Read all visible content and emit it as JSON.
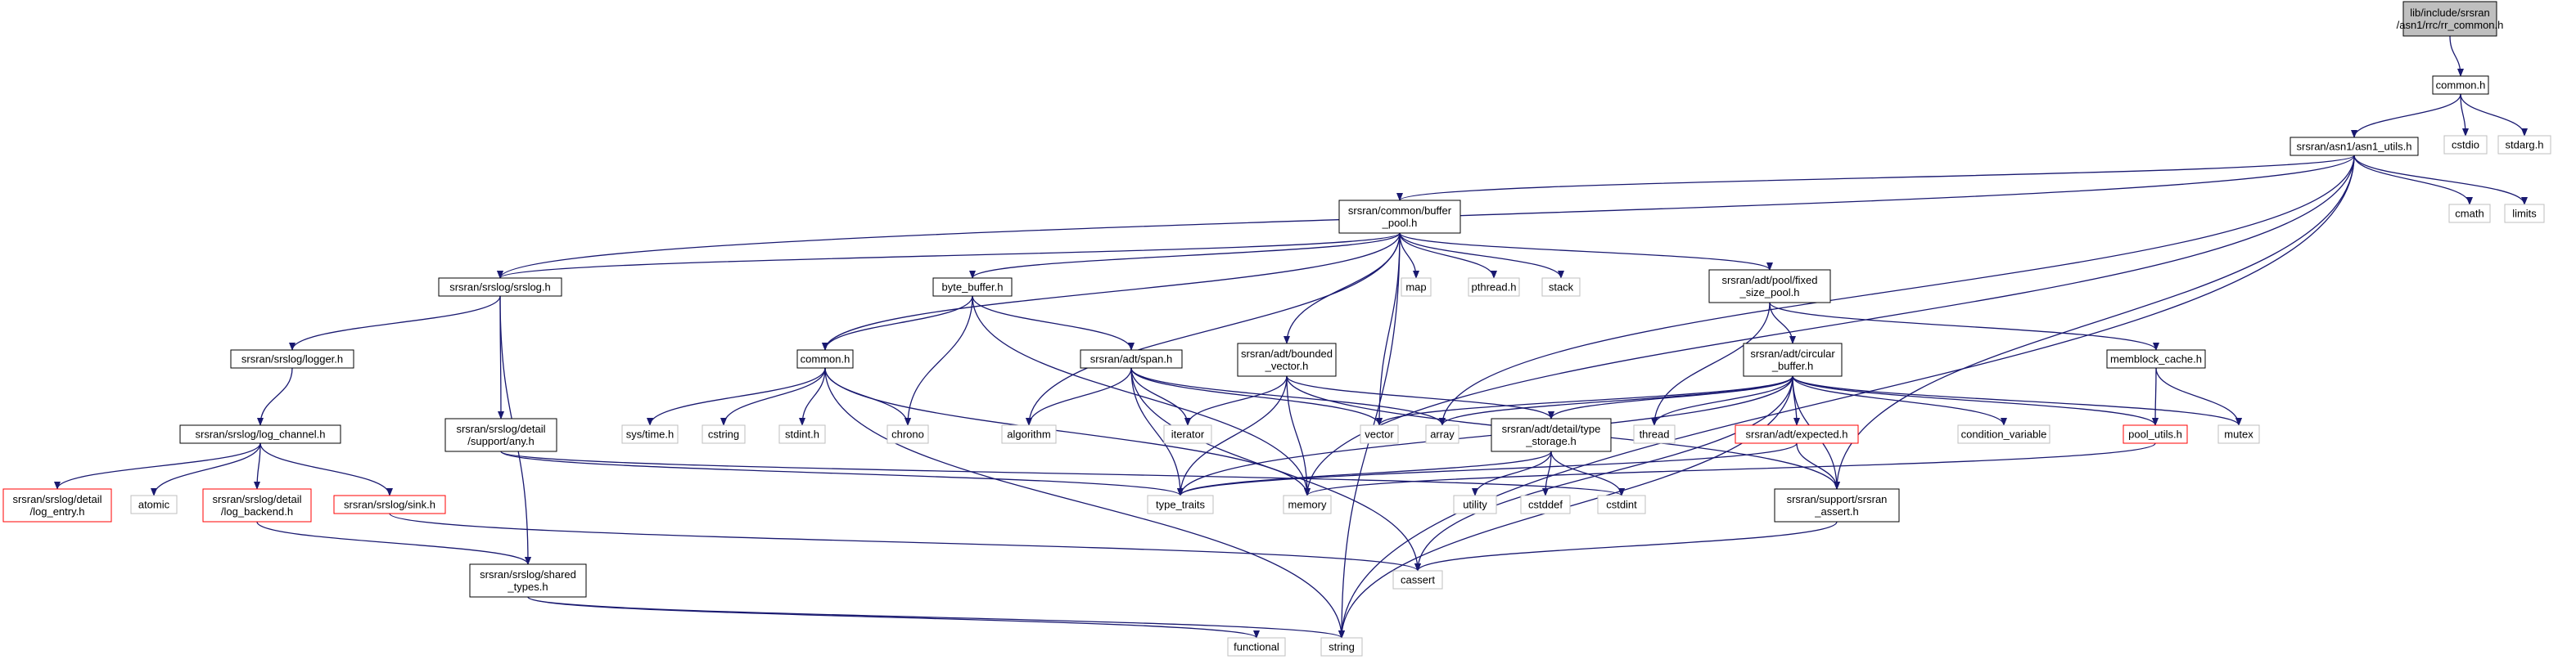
{
  "colors": {
    "edge": "#191970",
    "main_fill": "#bfbfbf",
    "ext_border": "#bfbfbf",
    "missing_border": "#ff0000"
  },
  "nodes": {
    "root": [
      "lib/include/srsran",
      "/asn1/rrc/rr_common.h"
    ],
    "common_top": [
      "common.h"
    ],
    "cstdio": [
      "cstdio"
    ],
    "stdarg": [
      "stdarg.h"
    ],
    "asn1_utils": [
      "srsran/asn1/asn1_utils.h"
    ],
    "cmath": [
      "cmath"
    ],
    "limits": [
      "limits"
    ],
    "buffer_pool": [
      "srsran/common/buffer",
      "_pool.h"
    ],
    "srslog": [
      "srsran/srslog/srslog.h"
    ],
    "map": [
      "map"
    ],
    "pthread": [
      "pthread.h"
    ],
    "stack": [
      "stack"
    ],
    "fixed_pool": [
      "srsran/adt/pool/fixed",
      "_size_pool.h"
    ],
    "byte_buffer": [
      "byte_buffer.h"
    ],
    "logger": [
      "srsran/srslog/logger.h"
    ],
    "common_mid": [
      "common.h"
    ],
    "span": [
      "srsran/adt/span.h"
    ],
    "bounded_vector": [
      "srsran/adt/bounded",
      "_vector.h"
    ],
    "circular_buffer": [
      "srsran/adt/circular",
      "_buffer.h"
    ],
    "memblock_cache": [
      "memblock_cache.h"
    ],
    "log_channel": [
      "srsran/srslog/log_channel.h"
    ],
    "sys_time": [
      "sys/time.h"
    ],
    "cstring": [
      "cstring"
    ],
    "stdint": [
      "stdint.h"
    ],
    "chrono": [
      "chrono"
    ],
    "algorithm": [
      "algorithm"
    ],
    "iterator": [
      "iterator"
    ],
    "vector": [
      "vector"
    ],
    "array": [
      "array"
    ],
    "type_storage": [
      "srsran/adt/detail/type",
      "_storage.h"
    ],
    "thread": [
      "thread"
    ],
    "expected": [
      "srsran/adt/expected.h"
    ],
    "condition_variable": [
      "condition_variable"
    ],
    "pool_utils": [
      "pool_utils.h"
    ],
    "mutex": [
      "mutex"
    ],
    "support_any": [
      "srsran/srslog/detail",
      "/support/any.h"
    ],
    "log_entry": [
      "srsran/srslog/detail",
      "/log_entry.h"
    ],
    "atomic": [
      "atomic"
    ],
    "log_backend": [
      "srsran/srslog/detail",
      "/log_backend.h"
    ],
    "sink": [
      "srsran/srslog/sink.h"
    ],
    "type_traits": [
      "type_traits"
    ],
    "memory": [
      "memory"
    ],
    "utility": [
      "utility"
    ],
    "cstddef": [
      "cstddef"
    ],
    "cstdint": [
      "cstdint"
    ],
    "srsran_assert": [
      "srsran/support/srsran",
      "_assert.h"
    ],
    "shared_types": [
      "srsran/srslog/shared",
      "_types.h"
    ],
    "cassert": [
      "cassert"
    ],
    "functional": [
      "functional"
    ],
    "string": [
      "string"
    ]
  }
}
